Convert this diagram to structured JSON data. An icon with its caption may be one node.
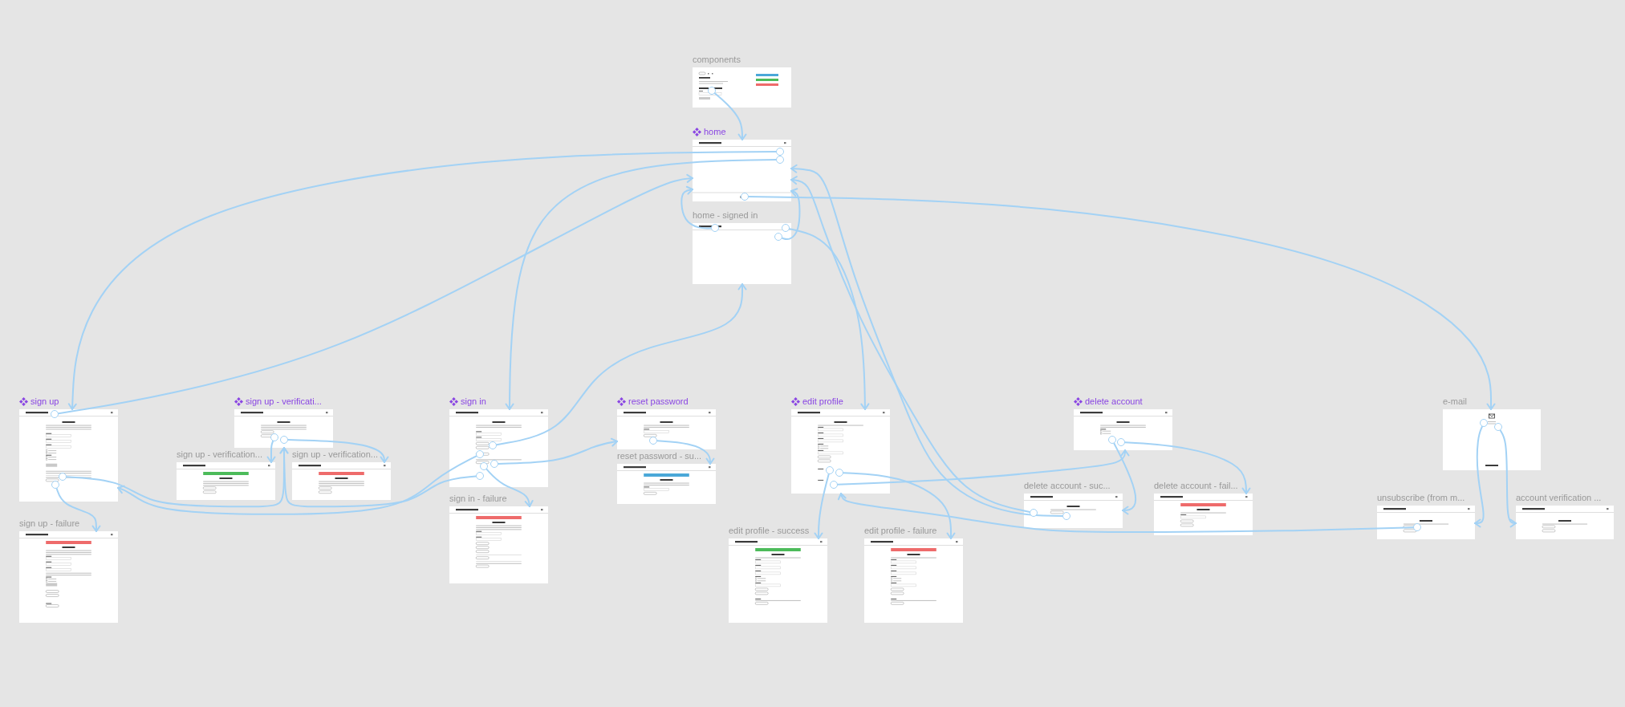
{
  "diagram": {
    "nodes": [
      {
        "text": [
          "components"
        ]
      },
      {
        "text": [],
        "shape": "circle",
        "in": 0
      },
      {
        "text": [
          "home"
        ]
      },
      {
        "text": [],
        "shape": "circle",
        "in": 2
      },
      {
        "text": [],
        "shape": "circle",
        "in": 2
      },
      {
        "text": [],
        "shape": "circle",
        "in": 2
      },
      {
        "text": [
          "home - signed in"
        ]
      },
      {
        "text": [],
        "shape": "circle",
        "in": 6
      },
      {
        "text": [],
        "shape": "circle",
        "in": 6
      },
      {
        "text": [],
        "shape": "circle",
        "in": 6
      },
      {
        "text": [
          "sign up"
        ]
      },
      {
        "text": [],
        "shape": "circle",
        "in": 10
      },
      {
        "text": [],
        "shape": "circle",
        "in": 10
      },
      {
        "text": [],
        "shape": "circle",
        "in": 10
      },
      {
        "text": [
          "sign up - verificati..."
        ]
      },
      {
        "text": [],
        "shape": "circle",
        "in": 14
      },
      {
        "text": [],
        "shape": "circle",
        "in": 14
      },
      {
        "text": [
          "sign up - verification..."
        ]
      },
      {
        "text": [
          "sign up - verification..."
        ]
      },
      {
        "text": [
          "sign up - failure"
        ]
      },
      {
        "text": [
          "sign in"
        ]
      },
      {
        "text": [],
        "shape": "circle",
        "in": 20
      },
      {
        "text": [],
        "shape": "circle",
        "in": 20
      },
      {
        "text": [],
        "shape": "circle",
        "in": 20
      },
      {
        "text": [],
        "shape": "circle",
        "in": 20
      },
      {
        "text": [],
        "shape": "circle",
        "in": 20
      },
      {
        "text": [
          "sign in - failure"
        ]
      },
      {
        "text": [
          "reset password"
        ]
      },
      {
        "text": [],
        "shape": "circle",
        "in": 27
      },
      {
        "text": [
          "reset password - su..."
        ]
      },
      {
        "text": [
          "edit profile"
        ]
      },
      {
        "text": [],
        "shape": "circle",
        "in": 30
      },
      {
        "text": [],
        "shape": "circle",
        "in": 30
      },
      {
        "text": [],
        "shape": "circle",
        "in": 30
      },
      {
        "text": [
          "edit profile - success"
        ]
      },
      {
        "text": [
          "edit profile - failure"
        ]
      },
      {
        "text": [
          "delete account"
        ]
      },
      {
        "text": [],
        "shape": "circle",
        "in": 36
      },
      {
        "text": [],
        "shape": "circle",
        "in": 36
      },
      {
        "text": [
          "delete account - suc..."
        ]
      },
      {
        "text": [],
        "shape": "circle",
        "in": 39
      },
      {
        "text": [],
        "shape": "circle",
        "in": 39
      },
      {
        "text": [
          "delete account - fail..."
        ]
      },
      {
        "text": [
          "e-mail"
        ]
      },
      {
        "text": [],
        "shape": "circle",
        "in": 43
      },
      {
        "text": [],
        "shape": "circle",
        "in": 43
      },
      {
        "text": [
          "unsubscribe (from m..."
        ]
      },
      {
        "text": [],
        "shape": "circle",
        "in": 46
      },
      {
        "text": [
          "account verification ..."
        ]
      }
    ],
    "edges": [
      {
        "from": 1,
        "to": 2,
        "arrow": "to"
      },
      {
        "from": 3,
        "to": 10,
        "arrow": "to"
      },
      {
        "from": 4,
        "to": 20,
        "arrow": "to"
      },
      {
        "from": 5,
        "to": 43,
        "arrow": "to"
      },
      {
        "from": 7,
        "to": 2,
        "arrow": "to"
      },
      {
        "from": 8,
        "to": 2,
        "arrow": "to"
      },
      {
        "from": 9,
        "to": 30,
        "arrow": "to"
      },
      {
        "from": 11,
        "to": 2,
        "arrow": "to"
      },
      {
        "from": 12,
        "to": 14,
        "arrow": "to"
      },
      {
        "from": 13,
        "to": 19,
        "arrow": "to"
      },
      {
        "from": 15,
        "to": 17,
        "arrow": "to"
      },
      {
        "from": 16,
        "to": 18,
        "arrow": "to"
      },
      {
        "from": 21,
        "to": 6,
        "arrow": "to"
      },
      {
        "from": 22,
        "to": 10,
        "arrow": "to"
      },
      {
        "from": 23,
        "to": 26,
        "arrow": "to"
      },
      {
        "from": 24,
        "to": 27,
        "arrow": "to"
      },
      {
        "from": 25,
        "to": 14,
        "arrow": "to"
      },
      {
        "from": 28,
        "to": 29,
        "arrow": "to"
      },
      {
        "from": 31,
        "to": 34,
        "arrow": "to"
      },
      {
        "from": 32,
        "to": 35,
        "arrow": "to"
      },
      {
        "from": 33,
        "to": 36,
        "arrow": "to"
      },
      {
        "from": 37,
        "to": 39,
        "arrow": "to"
      },
      {
        "from": 38,
        "to": 42,
        "arrow": "to"
      },
      {
        "from": 40,
        "to": 2,
        "arrow": "to"
      },
      {
        "from": 41,
        "to": 2,
        "arrow": "to"
      },
      {
        "from": 47,
        "to": 30,
        "arrow": "to"
      },
      {
        "from": 44,
        "to": 46,
        "arrow": "to"
      },
      {
        "from": 45,
        "to": 48,
        "arrow": "to"
      }
    ]
  }
}
